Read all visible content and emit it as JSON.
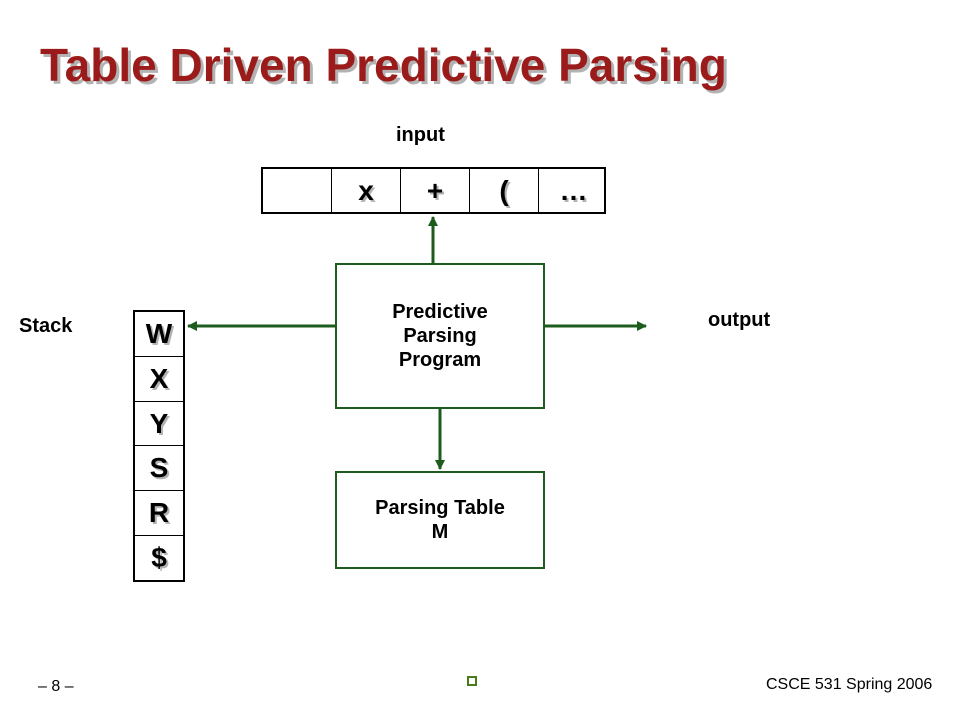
{
  "slide": {
    "title": "Table Driven Predictive Parsing",
    "footer_page": "– 8 –",
    "footer_course": "CSCE 531 Spring 2006"
  },
  "diagram": {
    "input_label": "input",
    "input_cells": [
      "",
      "x",
      "+",
      "(",
      "…"
    ],
    "stack_label": "Stack",
    "stack_cells": [
      "W",
      "X",
      "Y",
      "S",
      "R",
      "$"
    ],
    "output_label": "output",
    "program_lines": [
      "Predictive",
      "Parsing",
      "Program"
    ],
    "table_lines": [
      "Parsing Table",
      "M"
    ]
  },
  "colors": {
    "title": "#9b1b1b",
    "connector": "#1d5c1d",
    "bullet": "#4a7a1c"
  }
}
